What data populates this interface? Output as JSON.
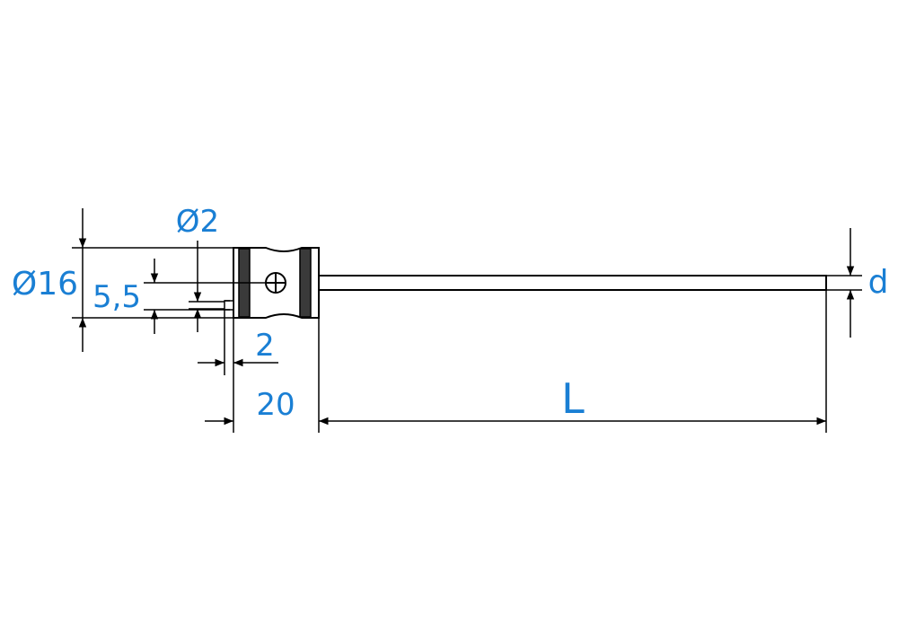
{
  "colors": {
    "line": "#000000",
    "dimension_text": "#1a7fd4",
    "band": "#3a3a3a",
    "background": "#ffffff"
  },
  "dimensions": {
    "body_diameter": "Ø16",
    "hole_diameter": "Ø2",
    "hole_offset": "5,5",
    "hole_edge_distance": "2",
    "body_length": "20",
    "rod_length": "L",
    "rod_diameter": "d"
  },
  "icons": {
    "screw": "crosshead-screw-icon"
  }
}
